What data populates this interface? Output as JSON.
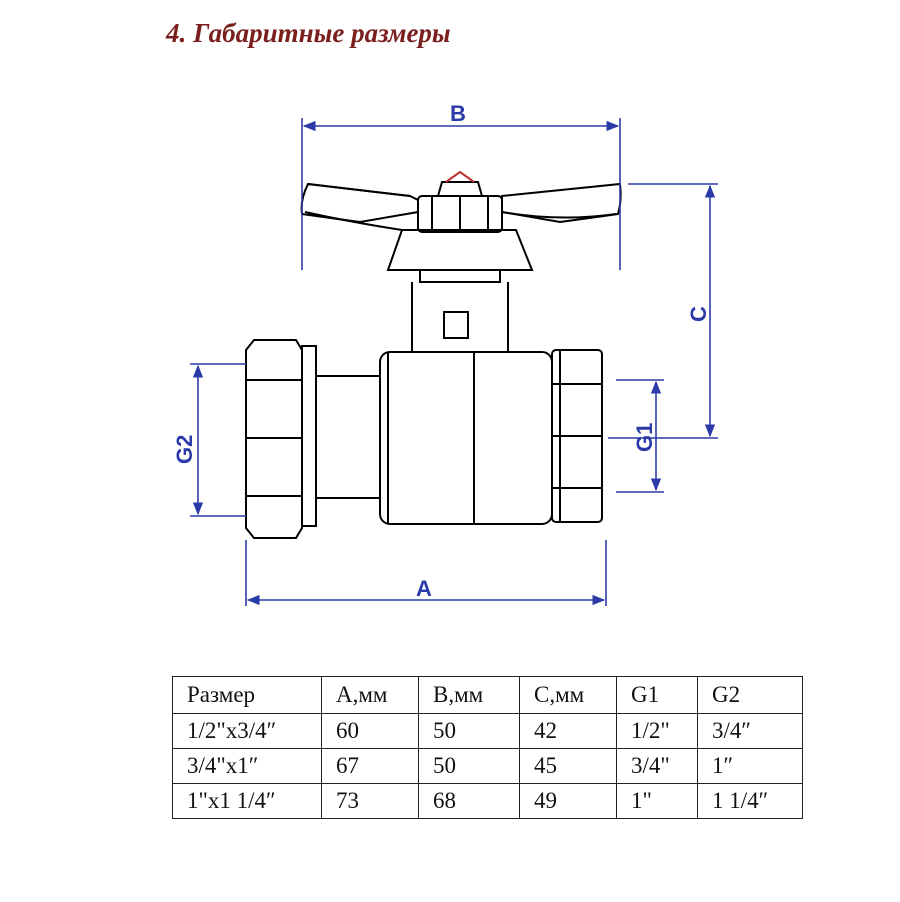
{
  "title": "4. Габаритные размеры",
  "diagram": {
    "dimensions": [
      "A",
      "B",
      "C",
      "G1",
      "G2"
    ],
    "line_color": "#2b3aa8",
    "outline_color": "#000000"
  },
  "table": {
    "headers": [
      "Размер",
      "А,мм",
      "В,мм",
      "С,мм",
      "G1",
      "G2"
    ],
    "rows": [
      [
        "1/2\"х3/4″",
        "60",
        "50",
        "42",
        "1/2\"",
        "3/4″"
      ],
      [
        "3/4\"х1″",
        "67",
        "50",
        "45",
        "3/4\"",
        "1″"
      ],
      [
        "1\"х1 1/4″",
        "73",
        "68",
        "49",
        "1\"",
        "1 1/4″"
      ]
    ]
  }
}
